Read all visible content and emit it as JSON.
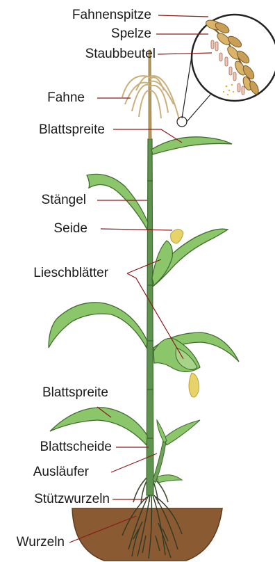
{
  "labels": {
    "tassel_tip": "Fahnenspitze",
    "glume": "Spelze",
    "anther": "Staubbeutel",
    "tassel": "Fahne",
    "leaf_blade_top": "Blattspreite",
    "stalk": "Stängel",
    "silk": "Seide",
    "husk_leaves": "Lieschblätter",
    "leaf_blade_lower": "Blattspreite",
    "leaf_sheath": "Blattscheide",
    "tiller": "Ausläufer",
    "brace_roots": "Stützwurzeln",
    "roots": "Wurzeln"
  },
  "colors": {
    "leaf_fill": "#8cc66b",
    "leaf_stroke": "#3f6b2e",
    "stem": "#5f9350",
    "soil": "#8a5a32",
    "leader": "#8b1a1a",
    "tassel": "#c9b07a",
    "silk": "#e8d36a"
  }
}
